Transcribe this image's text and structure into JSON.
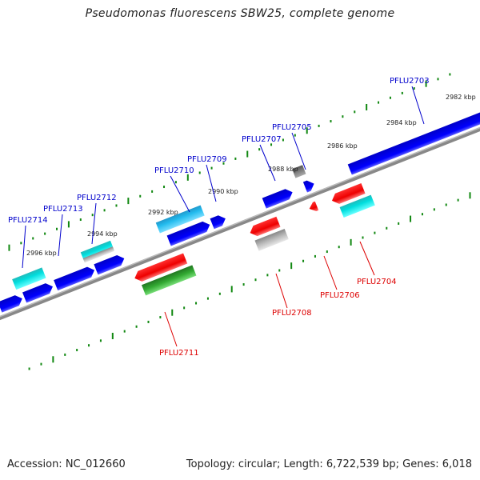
{
  "title": "Pseudomonas fluorescens SBW25, complete genome",
  "footer": {
    "accession": "Accession: NC_012660",
    "summary": "Topology: circular; Length: 6,722,539 bp; Genes: 6,018"
  },
  "colors": {
    "forward_label": "#0000cc",
    "reverse_label": "#dd0000",
    "tick": "#118811",
    "backbone": "#777777"
  },
  "kbp_ticks": [
    {
      "label": "2982 kbp",
      "kbp": 2982
    },
    {
      "label": "2984 kbp",
      "kbp": 2984
    },
    {
      "label": "2986 kbp",
      "kbp": 2986
    },
    {
      "label": "2988 kbp",
      "kbp": 2988
    },
    {
      "label": "2990 kbp",
      "kbp": 2990
    },
    {
      "label": "2992 kbp",
      "kbp": 2992
    },
    {
      "label": "2994 kbp",
      "kbp": 2994
    },
    {
      "label": "2996 kbp",
      "kbp": 2996
    }
  ],
  "genes_forward_labels": [
    {
      "name": "PFLU2703"
    },
    {
      "name": "PFLU2705"
    },
    {
      "name": "PFLU2707"
    },
    {
      "name": "PFLU2709"
    },
    {
      "name": "PFLU2710"
    },
    {
      "name": "PFLU2712"
    },
    {
      "name": "PFLU2713"
    },
    {
      "name": "PFLU2714"
    }
  ],
  "genes_reverse_labels": [
    {
      "name": "PFLU2704"
    },
    {
      "name": "PFLU2706"
    },
    {
      "name": "PFLU2708"
    },
    {
      "name": "PFLU2711"
    }
  ]
}
